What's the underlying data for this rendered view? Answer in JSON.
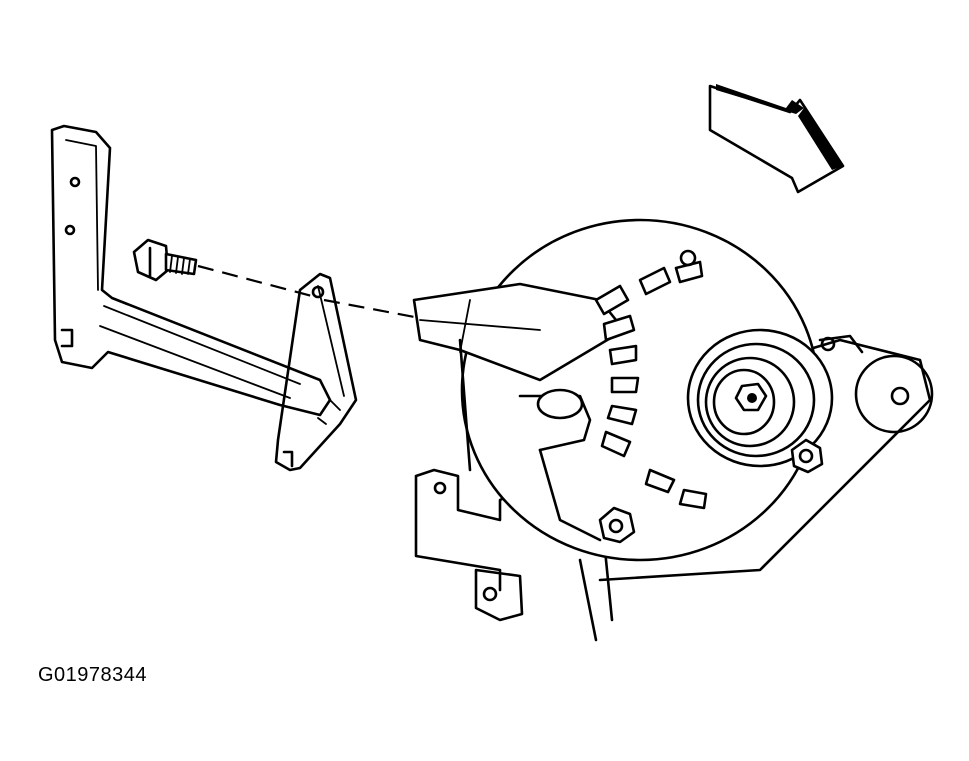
{
  "figure": {
    "id_label": "G01978344",
    "components": [
      "arrow-icon",
      "mounting-bracket",
      "bolt",
      "alternator",
      "pulley",
      "engine-bracket"
    ]
  }
}
